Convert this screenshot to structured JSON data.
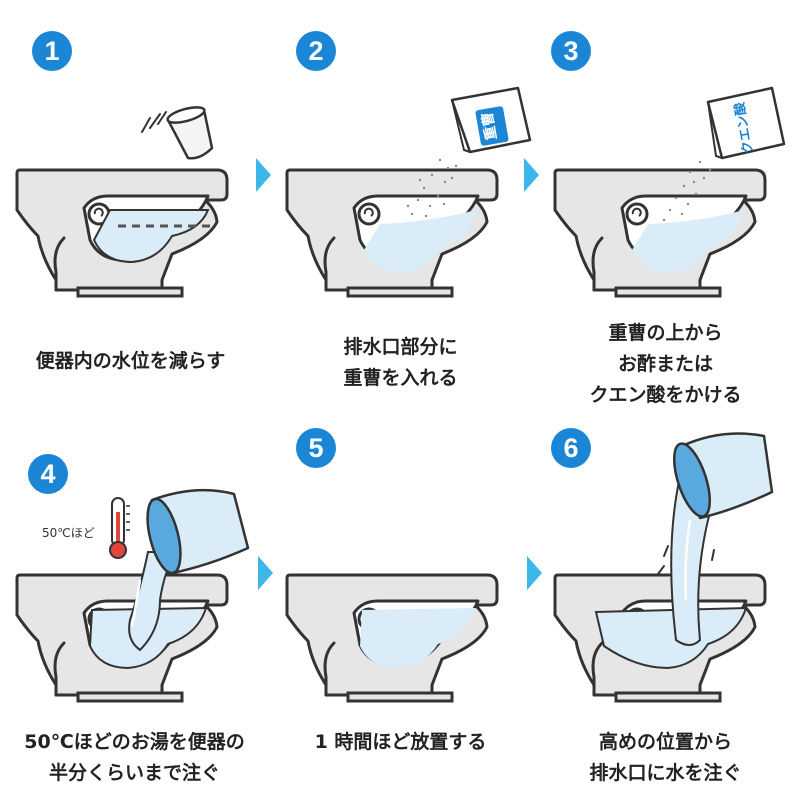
{
  "steps": [
    {
      "number": "1",
      "lines": [
        "便器内の水位を減らす"
      ]
    },
    {
      "number": "2",
      "lines": [
        "排水口部分に",
        "重曹を入れる"
      ]
    },
    {
      "number": "3",
      "lines": [
        "重曹の上から",
        "お酢または",
        "クエン酸をかける"
      ]
    },
    {
      "number": "4",
      "lines": [
        "50℃ほどのお湯を便器の",
        "半分くらいまで注ぐ"
      ]
    },
    {
      "number": "5",
      "lines": [
        "1 時間ほど放置する"
      ]
    },
    {
      "number": "6",
      "lines": [
        "高めの位置から",
        "排水口に水を注ぐ"
      ]
    }
  ],
  "packages": {
    "baking_soda": "重曹",
    "citric_acid": "クエン酸"
  },
  "thermometer_label": "50℃ほど",
  "colors": {
    "badge": "#1c86d6",
    "arrow": "#3db6ea",
    "water": "#d9ecf8",
    "outline": "#333333",
    "toilet_fill": "#e6e6e6"
  }
}
